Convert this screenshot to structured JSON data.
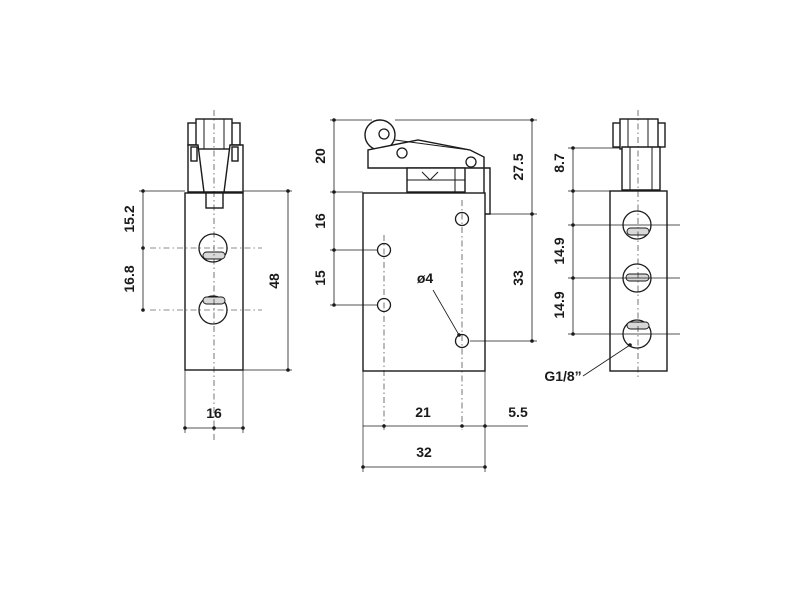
{
  "dimensions": {
    "left_view": {
      "height_upper": "15.2",
      "height_lower": "16.8",
      "height_total": "48",
      "width": "16"
    },
    "front_view": {
      "lever_height": "20",
      "hole_spacing_upper": "16",
      "hole_spacing_lower": "15",
      "height_right_top": "27.5",
      "height_right": "33",
      "hole_diameter": "ø4",
      "width_holes": "21",
      "offset_right": "5.5",
      "width_total": "32"
    },
    "right_view": {
      "top": "8.7",
      "pitch_1": "14.9",
      "pitch_2": "14.9",
      "thread": "G1/8”"
    }
  },
  "colors": {
    "line": "#1a1a1a",
    "shade": "#d8d8d8",
    "background": "#ffffff"
  }
}
